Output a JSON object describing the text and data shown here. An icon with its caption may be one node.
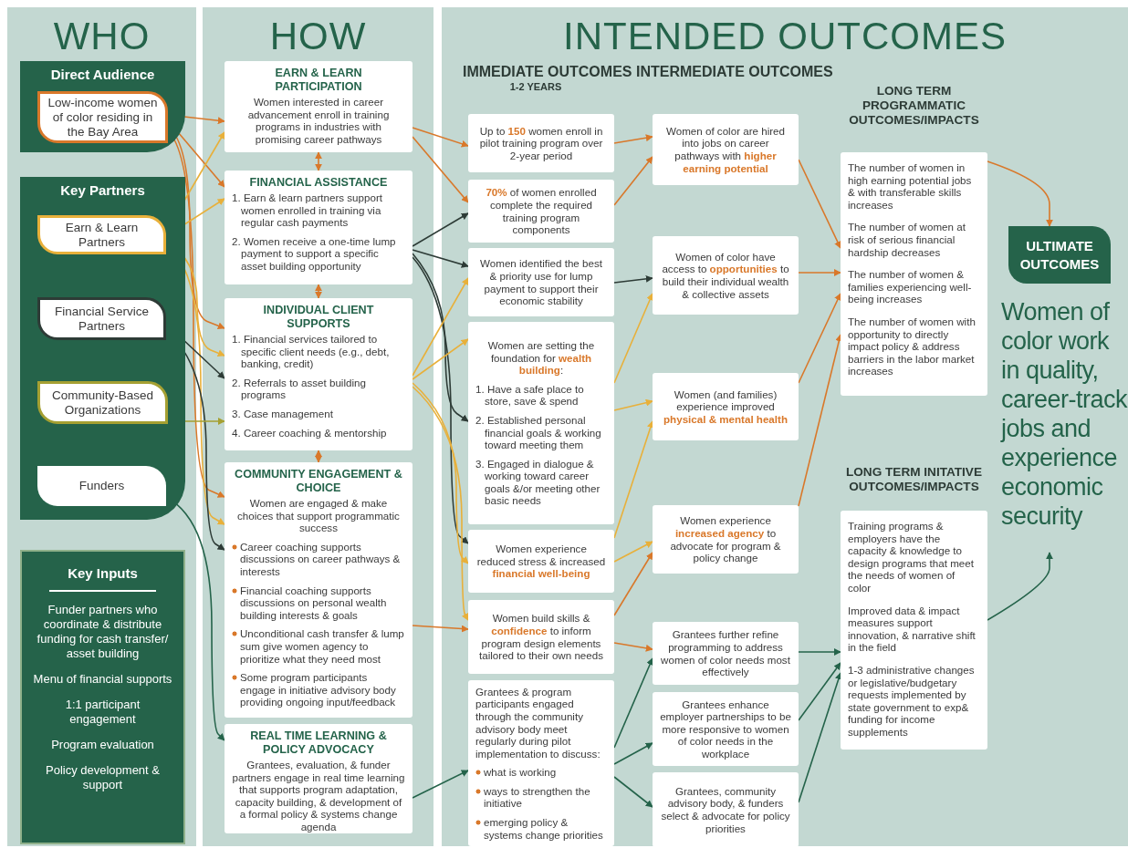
{
  "diagram": {
    "nodes": [
      {
        "text": [
          "WHO"
        ]
      },
      {
        "text": [
          "Direct Audience"
        ],
        "in": 0
      },
      {
        "text": [
          "Low-income women of color residing in the Bay Area"
        ],
        "in": 1
      },
      {
        "text": [
          "Key Partners"
        ],
        "in": 0
      },
      {
        "text": [
          "Earn & Learn Partners"
        ],
        "in": 3
      },
      {
        "text": [
          "Financial Service Partners"
        ],
        "in": 3
      },
      {
        "text": [
          "Community-Based Organizations"
        ],
        "in": 3
      },
      {
        "text": [
          "Funders"
        ],
        "in": 3
      },
      {
        "text": [
          "Key Inputs",
          "Funder partners who coordinate & distribute funding for cash transfer/ asset building",
          "Menu of financial supports",
          "1:1 participant engagement",
          "Program evaluation",
          "Policy development & support"
        ],
        "in": 0
      },
      {
        "text": [
          "HOW"
        ]
      },
      {
        "text": [
          "EARN & LEARN PARTICIPATION",
          "Women interested in career advancement enroll in training programs in industries with promising career pathways"
        ],
        "in": 9
      },
      {
        "text": [
          "FINANCIAL ASSISTANCE",
          "1. Earn & learn partners support women enrolled in training via regular cash payments",
          "2. Women receive a one-time lump payment to support a specific asset building opportunity"
        ],
        "in": 9
      },
      {
        "text": [
          "INDIVIDUAL CLIENT SUPPORTS",
          "1. Financial services tailored to specific client needs (e.g., debt, banking, credit)",
          "2. Referrals to asset building programs",
          "3. Case management",
          "4. Career coaching & mentorship"
        ],
        "in": 9
      },
      {
        "text": [
          "COMMUNITY ENGAGEMENT & CHOICE",
          "Women are engaged & make choices that support programmatic success",
          "Career coaching supports discussions on career pathways & interests",
          "Financial coaching supports discussions on personal wealth building interests & goals",
          "Unconditional cash transfer & lump sum give women agency to prioritize what they need most",
          "Some program participants engage in initiative advisory body providing ongoing input/feedback"
        ],
        "in": 9
      },
      {
        "text": [
          "REAL TIME LEARNING & POLICY ADVOCACY",
          "Grantees, evaluation, & funder partners engage in real time learning that supports program adaptation, capacity building, & development of a formal policy & systems change agenda"
        ],
        "in": 9
      },
      {
        "text": [
          "INTENDED OUTCOMES"
        ]
      },
      {
        "text": [
          "Up to **150** women enroll in pilot training program over 2-year period"
        ],
        "in": 15
      },
      {
        "text": [
          "**70%** of women enrolled complete the required training program components"
        ],
        "in": 15
      },
      {
        "text": [
          "Women identified the best & priority use for lump payment to support their economic stability"
        ],
        "in": 15
      },
      {
        "text": [
          "Women are setting the foundation for **wealth building**:",
          "1. Have a safe place to store, save & spend",
          "2. Established personal financial goals & working toward meeting them",
          "3. Engaged in dialogue & working toward career goals &/or meeting other basic needs"
        ],
        "in": 15
      },
      {
        "text": [
          "Women experience reduced stress & increased **financial well-being**"
        ],
        "in": 15
      },
      {
        "text": [
          "Women build skills & **confidence** to inform program design elements tailored to their own needs"
        ],
        "in": 15
      },
      {
        "text": [
          "Grantees & program participants engaged through the community advisory body meet regularly during pilot implementation to discuss:",
          "what is working",
          "ways to strengthen the initiative",
          "emerging policy & systems change priorities"
        ],
        "in": 15
      },
      {
        "text": [
          "Women of color are hired into jobs on career pathways with **higher earning potential**"
        ],
        "in": 15
      },
      {
        "text": [
          "Women of color have access to **opportunities** to build their individual wealth & collective assets"
        ],
        "in": 15
      },
      {
        "text": [
          "Women (and families) experience improved **physical & mental health**"
        ],
        "in": 15
      },
      {
        "text": [
          "Women experience **increased agency** to advocate for program & policy change"
        ],
        "in": 15
      },
      {
        "text": [
          "Grantees further refine programming to address women of color needs most effectively"
        ],
        "in": 15
      },
      {
        "text": [
          "Grantees enhance employer partnerships to be more responsive to women of color needs in the workplace"
        ],
        "in": 15
      },
      {
        "text": [
          "Grantees, community advisory body, & funders select & advocate for policy priorities"
        ],
        "in": 15
      },
      {
        "text": [
          "LONG TERM PROGRAMMATIC OUTCOMES/IMPACTS",
          "The number of women in high earning potential jobs & with transferable skills increases",
          "The number of women at risk of serious financial hardship decreases",
          "The number of women & families experiencing well-being increases",
          "The number of women with opportunity to directly impact policy & address barriers in the labor market increases"
        ],
        "in": 15
      },
      {
        "text": [
          "LONG TERM INITATIVE OUTCOMES/IMPACTS",
          "Training programs & employers have the capacity & knowledge to design programs that meet the needs of women of color",
          "Improved data & impact measures support innovation, & narrative shift in the field",
          "1-3 administrative changes or legislative/budgetary requests implemented by state government to exp& funding for income supplements"
        ],
        "in": 15
      },
      {
        "text": [
          "ULTIMATE OUTCOMES"
        ],
        "in": 15
      },
      {
        "text": [
          "Women of color work in quality, career-track jobs and experience economic security"
        ],
        "in": 15
      }
    ],
    "edges": [
      {
        "from": 2,
        "to": 10,
        "arrow": "to"
      },
      {
        "from": 2,
        "to": 11,
        "arrow": "to"
      },
      {
        "from": 2,
        "to": 12,
        "arrow": "to"
      },
      {
        "from": 2,
        "to": 13,
        "arrow": "to"
      },
      {
        "from": 4,
        "to": 10,
        "arrow": "to",
        "color": "#e8b03a"
      },
      {
        "from": 4,
        "to": 11,
        "arrow": "to",
        "color": "#e8b03a"
      },
      {
        "from": 4,
        "to": 12,
        "arrow": "to",
        "color": "#e8b03a"
      },
      {
        "from": 4,
        "to": 13,
        "arrow": "to",
        "color": "#e8b03a"
      },
      {
        "from": 5,
        "to": 12,
        "arrow": "to",
        "color": "#2d3b36"
      },
      {
        "from": 5,
        "to": 13,
        "arrow": "to",
        "color": "#2d3b36"
      },
      {
        "from": 6,
        "to": 12,
        "arrow": "to",
        "color": "#a5a032"
      },
      {
        "from": 7,
        "to": 14,
        "arrow": "to",
        "color": "#24634a"
      },
      {
        "from": 10,
        "to": 11,
        "arrow": "both"
      },
      {
        "from": 11,
        "to": 12,
        "arrow": "both"
      },
      {
        "from": 12,
        "to": 13,
        "arrow": "both"
      },
      {
        "from": 10,
        "to": 16,
        "arrow": "to"
      },
      {
        "from": 10,
        "to": 17,
        "arrow": "to"
      },
      {
        "from": 11,
        "to": 17,
        "arrow": "to",
        "color": "#2d3b36"
      },
      {
        "from": 11,
        "to": 18,
        "arrow": "to",
        "color": "#2d3b36"
      },
      {
        "from": 11,
        "to": 19,
        "arrow": "to",
        "color": "#2d3b36"
      },
      {
        "from": 11,
        "to": 20,
        "arrow": "to",
        "color": "#2d3b36"
      },
      {
        "from": 12,
        "to": 18,
        "arrow": "to",
        "color": "#e8b03a"
      },
      {
        "from": 12,
        "to": 19,
        "arrow": "to",
        "color": "#e8b03a"
      },
      {
        "from": 12,
        "to": 20,
        "arrow": "to",
        "color": "#e8b03a"
      },
      {
        "from": 12,
        "to": 21,
        "arrow": "to",
        "color": "#e8b03a"
      },
      {
        "from": 13,
        "to": 21,
        "arrow": "to"
      },
      {
        "from": 14,
        "to": 22,
        "arrow": "to",
        "color": "#24634a"
      },
      {
        "from": 16,
        "to": 23,
        "arrow": "to"
      },
      {
        "from": 17,
        "to": 23,
        "arrow": "to"
      },
      {
        "from": 18,
        "to": 24,
        "arrow": "to",
        "color": "#2d3b36"
      },
      {
        "from": 19,
        "to": 24,
        "arrow": "to",
        "color": "#e8b03a"
      },
      {
        "from": 19,
        "to": 25,
        "arrow": "to",
        "color": "#e8b03a"
      },
      {
        "from": 20,
        "to": 25,
        "arrow": "to",
        "color": "#e8b03a"
      },
      {
        "from": 20,
        "to": 26,
        "arrow": "to",
        "color": "#e8b03a"
      },
      {
        "from": 21,
        "to": 26,
        "arrow": "to"
      },
      {
        "from": 21,
        "to": 27,
        "arrow": "to"
      },
      {
        "from": 22,
        "to": 27,
        "arrow": "to",
        "color": "#24634a"
      },
      {
        "from": 22,
        "to": 28,
        "arrow": "to",
        "color": "#24634a"
      },
      {
        "from": 22,
        "to": 29,
        "arrow": "to",
        "color": "#24634a"
      },
      {
        "from": 23,
        "to": 30,
        "arrow": "to"
      },
      {
        "from": 24,
        "to": 30,
        "arrow": "to"
      },
      {
        "from": 25,
        "to": 30,
        "arrow": "to"
      },
      {
        "from": 26,
        "to": 30,
        "arrow": "to"
      },
      {
        "from": 27,
        "to": 31,
        "arrow": "to",
        "color": "#24634a"
      },
      {
        "from": 28,
        "to": 31,
        "arrow": "to",
        "color": "#24634a"
      },
      {
        "from": 29,
        "to": 31,
        "arrow": "to",
        "color": "#24634a"
      },
      {
        "from": 30,
        "to": 32,
        "arrow": "to"
      },
      {
        "from": 31,
        "to": 33,
        "arrow": "to",
        "color": "#24634a"
      }
    ],
    "labels": [
      "IMMEDIATE OUTCOMES",
      "1-2 YEARS",
      "INTERMEDIATE OUTCOMES"
    ]
  }
}
